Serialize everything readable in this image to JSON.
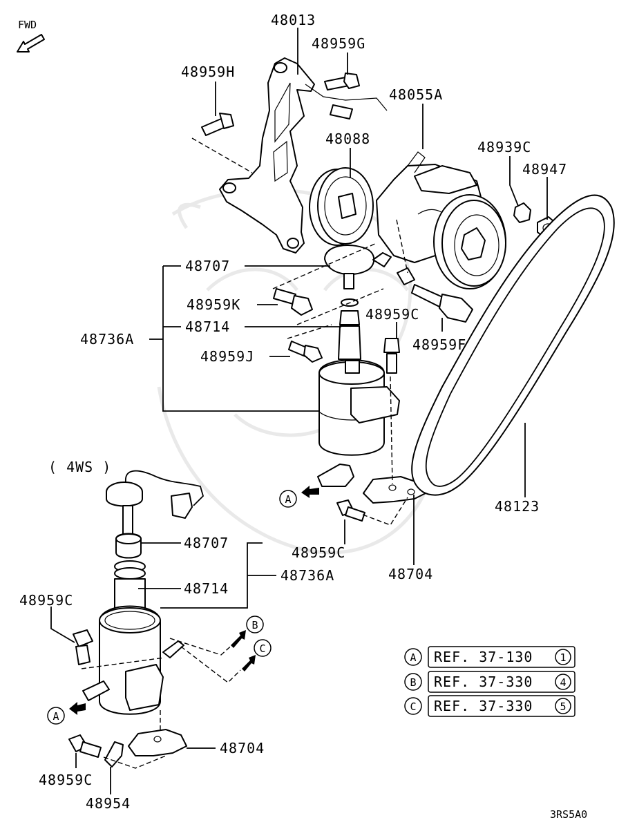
{
  "fwd_label": "FWD",
  "variant_label": "( 4WS )",
  "diagram_code": "3RS5A0",
  "parts": {
    "p48013": "48013",
    "p48959G": "48959G",
    "p48959H": "48959H",
    "p48055A": "48055A",
    "p48088": "48088",
    "p48939C": "48939C",
    "p48947": "48947",
    "p48707_top": "48707",
    "p48959K": "48959K",
    "p48714_top": "48714",
    "p48736A_top": "48736A",
    "p48959C_top": "48959C",
    "p48959F": "48959F",
    "p48959J": "48959J",
    "p48123": "48123",
    "p48959C_mid": "48959C",
    "p48704_top": "48704",
    "p48707_bot": "48707",
    "p48736A_bot": "48736A",
    "p48714_bot": "48714",
    "p48959C_left": "48959C",
    "p48704_bot": "48704",
    "p48959C_bot": "48959C",
    "p48954": "48954"
  },
  "markers": {
    "a": "A",
    "b": "B",
    "c": "C"
  },
  "references": [
    {
      "letter": "A",
      "text": "REF. 37-130",
      "num": "1"
    },
    {
      "letter": "B",
      "text": "REF. 37-330",
      "num": "4"
    },
    {
      "letter": "C",
      "text": "REF. 37-330",
      "num": "5"
    }
  ]
}
